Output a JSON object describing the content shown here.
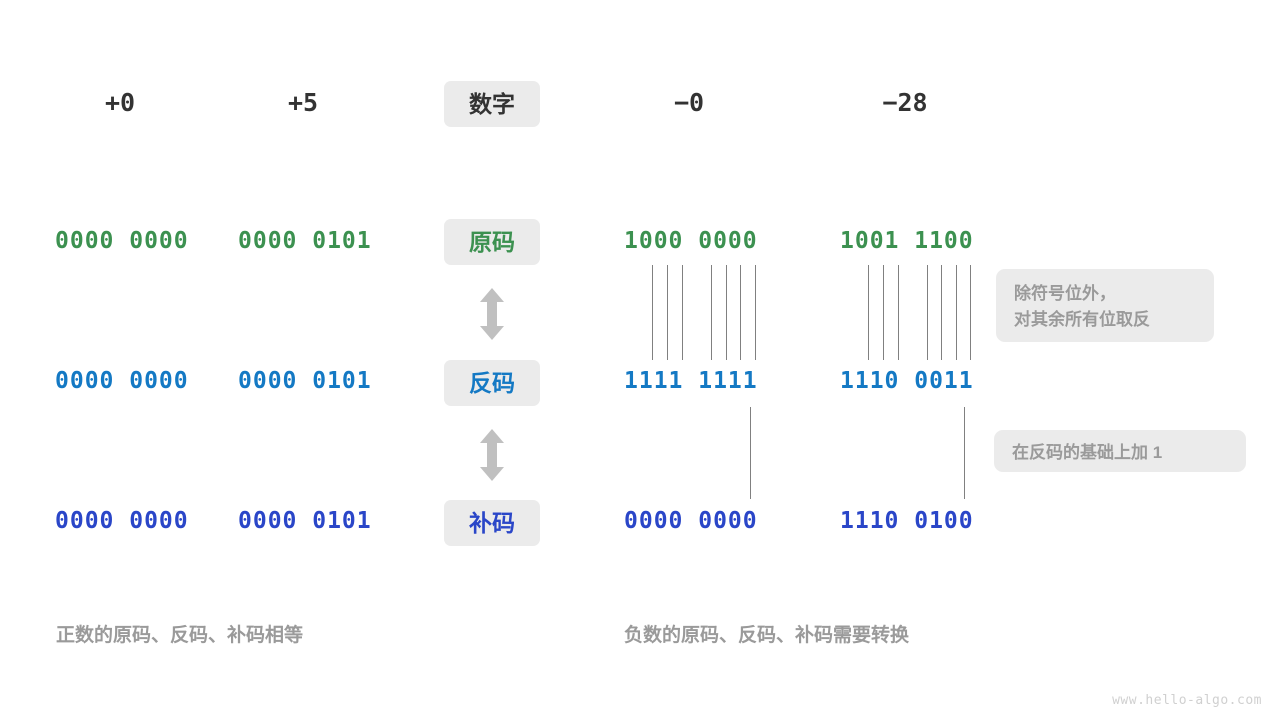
{
  "diagram": {
    "title_watermark": "www.hello-algo.com",
    "row_labels": {
      "header": "数字",
      "sign_magnitude": "原码",
      "ones_complement": "反码",
      "twos_complement": "补码"
    },
    "columns": [
      {
        "key": "plus0",
        "header": "+0"
      },
      {
        "key": "plus5",
        "header": "+5"
      },
      {
        "key": "minus0",
        "header": "−0"
      },
      {
        "key": "minus28",
        "header": "−28"
      }
    ],
    "rows": [
      {
        "key": "sign_magnitude",
        "label": "原码",
        "color": "#3c9150",
        "values": {
          "plus0": "0000 0000",
          "plus5": "0000 0101",
          "minus0": "1000 0000",
          "minus28": "1001 1100"
        }
      },
      {
        "key": "ones_complement",
        "label": "反码",
        "color": "#1479c4",
        "values": {
          "plus0": "0000 0000",
          "plus5": "0000 0101",
          "minus0": "1111 1111",
          "minus28": "1110 0011"
        }
      },
      {
        "key": "twos_complement",
        "label": "补码",
        "color": "#2a46c8",
        "values": {
          "plus0": "0000 0000",
          "plus5": "0000 0101",
          "minus0": "0000 0000",
          "minus28": "1110 0100"
        }
      }
    ],
    "notes": [
      {
        "key": "invert-note",
        "text": "除符号位外，\n对其余所有位取反"
      },
      {
        "key": "add-one-note",
        "text": "在反码的基础上加  1"
      }
    ],
    "captions": [
      {
        "key": "positive-caption",
        "text": "正数的原码、反码、补码相等"
      },
      {
        "key": "negative-caption",
        "text": "负数的原码、反码、补码需要转换"
      }
    ],
    "arrow_color": "#c0c0c0",
    "line_color": "#808080",
    "badge_bg": "#ebebeb"
  }
}
